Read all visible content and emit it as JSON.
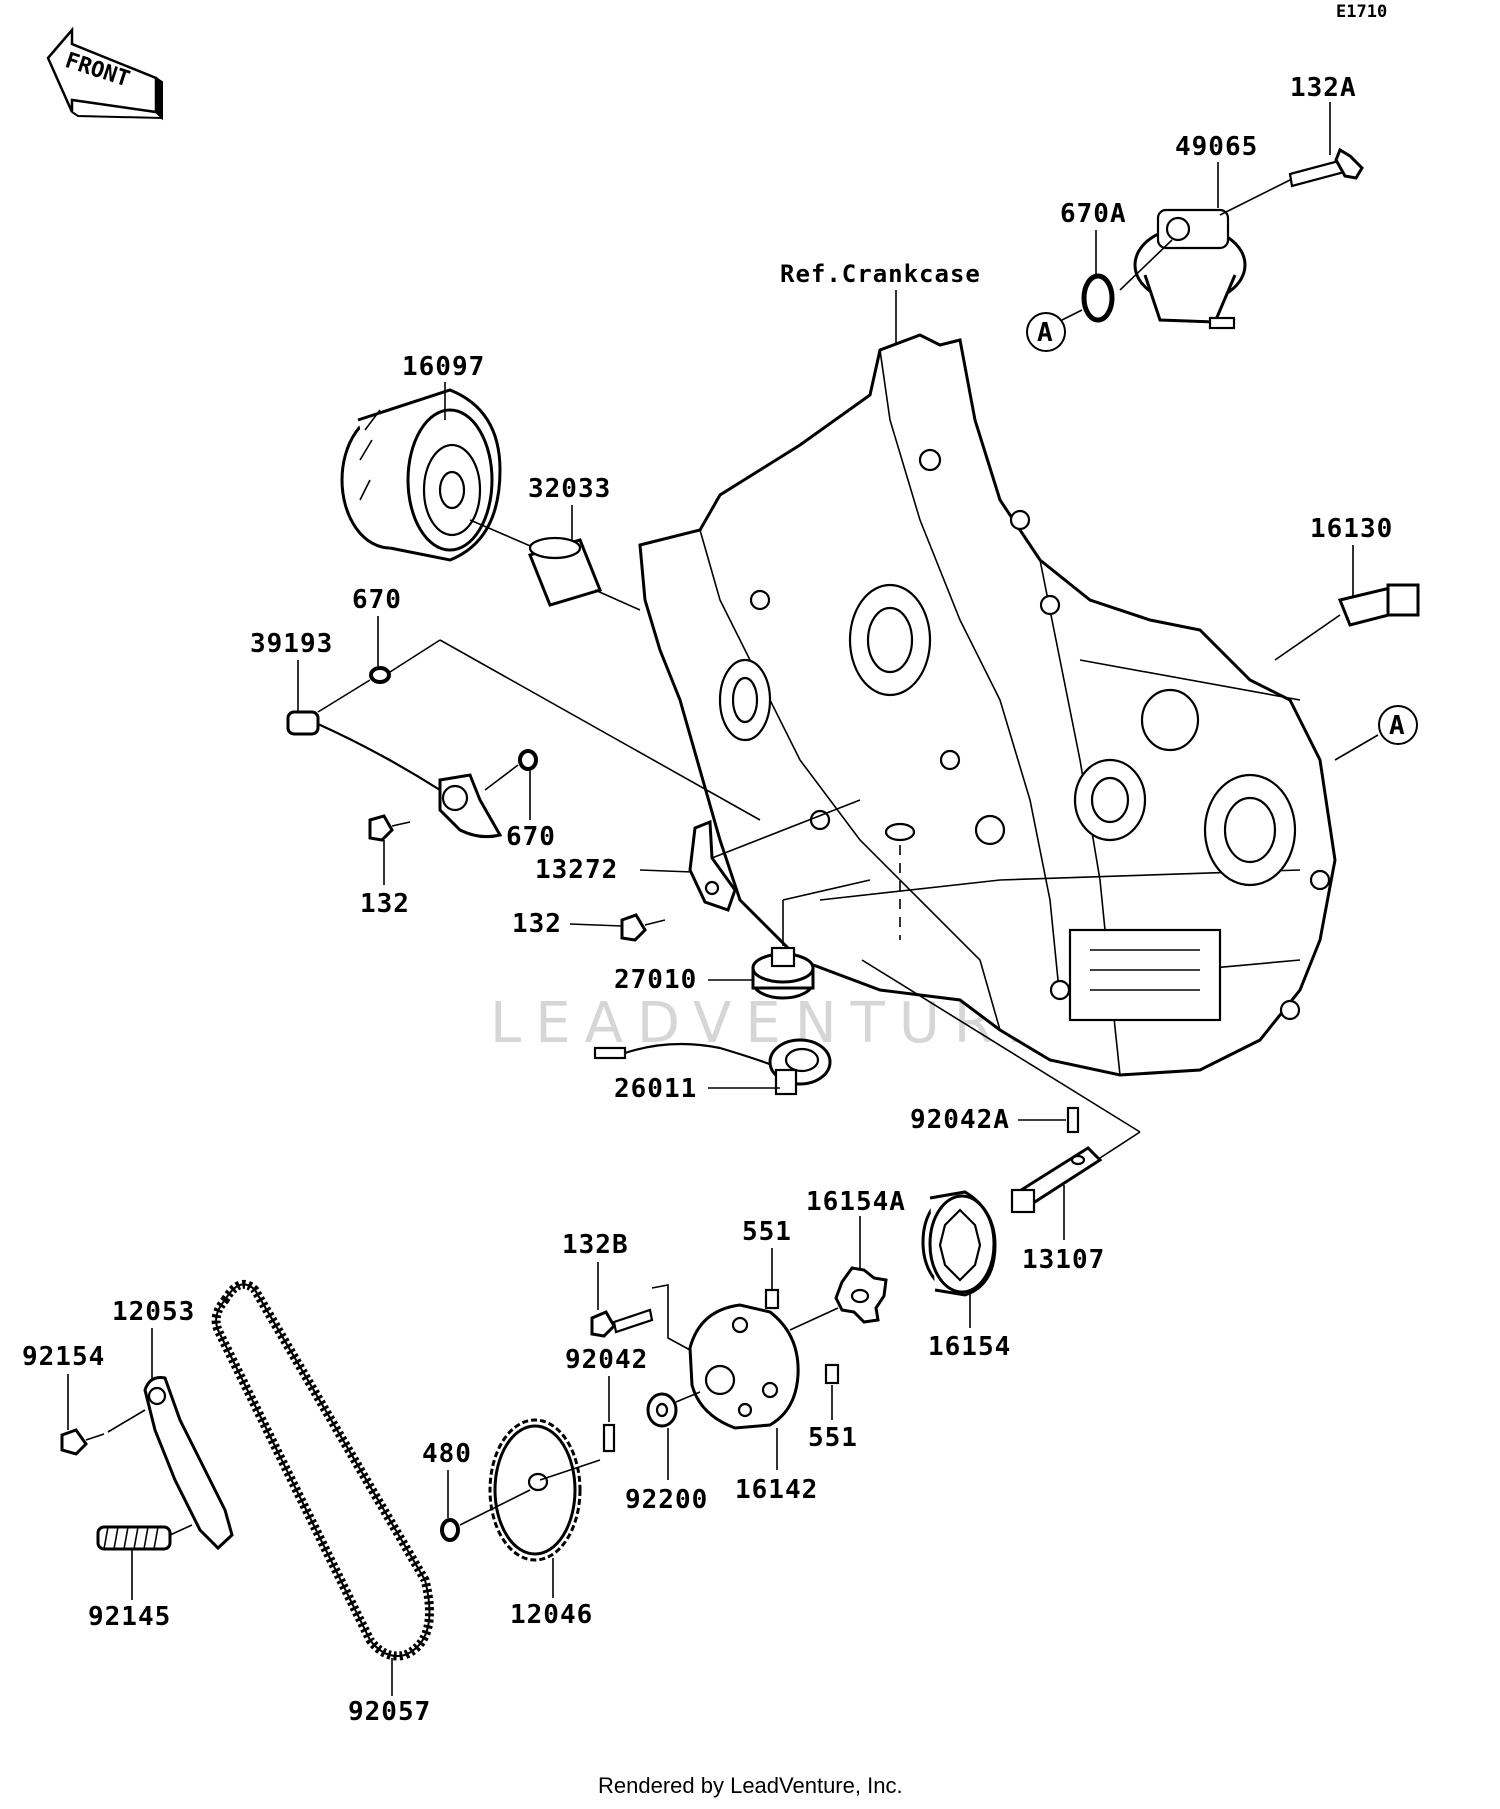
{
  "diagram_code": "E1710",
  "front_label": "FRONT",
  "ref_label": "Ref.Crankcase",
  "footer": "Rendered by LeadVenture, Inc.",
  "watermark": "LEADVENTURE",
  "marker_a": "A",
  "parts": {
    "p132A": "132A",
    "p49065": "49065",
    "p670A": "670A",
    "p16097": "16097",
    "p32033": "32033",
    "p16130": "16130",
    "p670_top": "670",
    "p39193": "39193",
    "p670_mid": "670",
    "p132_left": "132",
    "p13272": "13272",
    "p132_mid": "132",
    "p27010": "27010",
    "p26011": "26011",
    "p92042A": "92042A",
    "p13107": "13107",
    "p16154A": "16154A",
    "p551_top": "551",
    "p132B": "132B",
    "p16154": "16154",
    "p12053": "12053",
    "p92042": "92042",
    "p92154": "92154",
    "p551_bot": "551",
    "p480": "480",
    "p92200": "92200",
    "p16142": "16142",
    "p92145": "92145",
    "p12046": "12046",
    "p92057": "92057"
  }
}
